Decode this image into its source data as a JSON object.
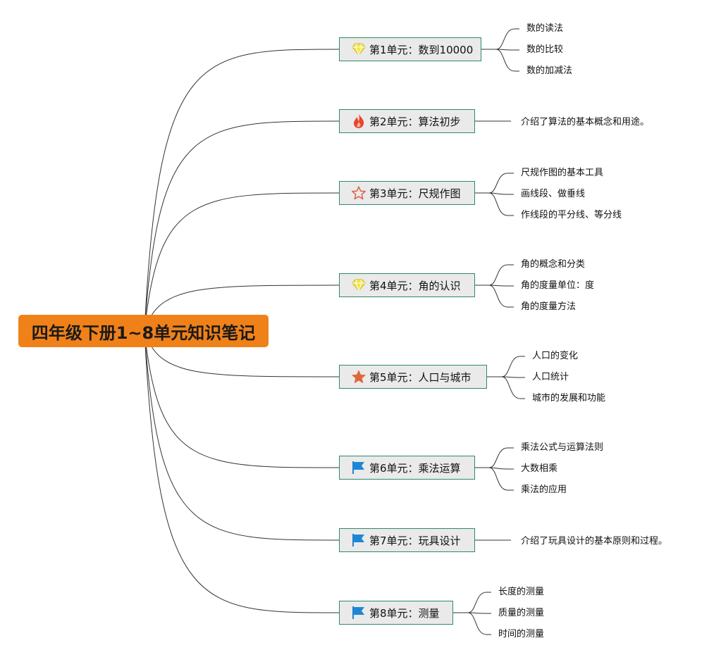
{
  "root": {
    "title": "四年级下册1~8单元知识笔记"
  },
  "units": [
    {
      "label": "第1单元：数到10000",
      "icon": "diamond-icon",
      "items": [
        "数的读法",
        "数的比较",
        "数的加减法"
      ]
    },
    {
      "label": "第2单元：算法初步",
      "icon": "fire-icon",
      "items": [
        "介绍了算法的基本概念和用途。"
      ]
    },
    {
      "label": "第3单元：尺规作图",
      "icon": "star-outline-icon",
      "items": [
        "尺规作图的基本工具",
        "画线段、做垂线",
        "作线段的平分线、等分线"
      ]
    },
    {
      "label": "第4单元：角的认识",
      "icon": "diamond-icon",
      "items": [
        "角的概念和分类",
        "角的度量单位：度",
        "角的度量方法"
      ]
    },
    {
      "label": "第5单元：人口与城市",
      "icon": "star-filled-icon",
      "items": [
        "人口的变化",
        "人口统计",
        "城市的发展和功能"
      ]
    },
    {
      "label": "第6单元：乘法运算",
      "icon": "flag-icon",
      "items": [
        "乘法公式与运算法则",
        "大数相乘",
        "乘法的应用"
      ]
    },
    {
      "label": "第7单元：玩具设计",
      "icon": "flag-icon",
      "items": [
        "介绍了玩具设计的基本原则和过程。"
      ]
    },
    {
      "label": "第8单元：测量",
      "icon": "flag-icon",
      "items": [
        "长度的测量",
        "质量的测量",
        "时间的测量"
      ]
    }
  ],
  "colors": {
    "root_fill": "#f08119",
    "unit_fill": "#e9eae9",
    "unit_border": "#2f8a6b",
    "line": "#333333",
    "diamond": "#f2e64a",
    "fire": "#e8452c",
    "star_outline": "#e05a48",
    "star_filled": "#e0673a",
    "flag": "#1f86d6"
  }
}
